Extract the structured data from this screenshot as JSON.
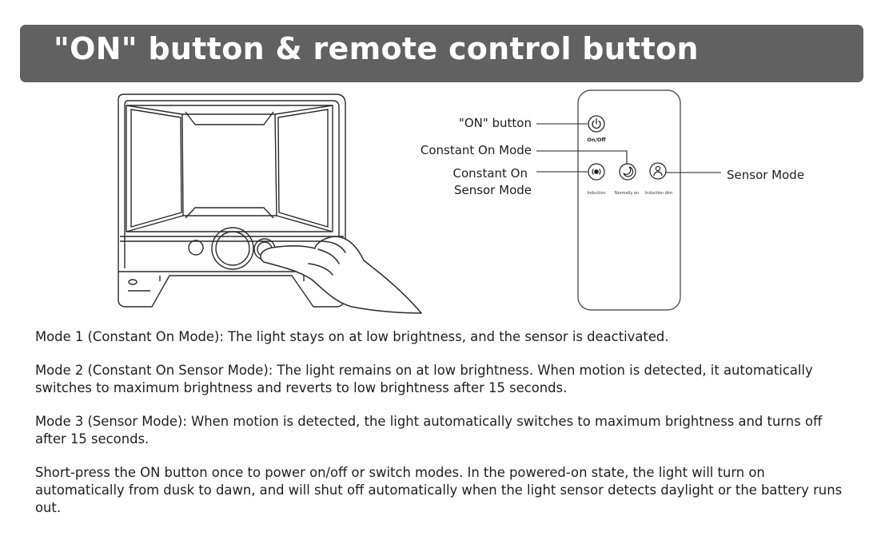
{
  "header": {
    "title": "\"ON\" button & remote control button"
  },
  "callouts": {
    "on_button": "\"ON\" button",
    "constant_on_mode": "Constant On Mode",
    "constant_on_sensor_line1": "Constant On",
    "constant_on_sensor_line2": "Sensor Mode",
    "sensor_mode": "Sensor Mode"
  },
  "remote": {
    "on_off_label": "On/Off",
    "induction_label": "Induction",
    "normally_on_label": "Normally on",
    "induction_dim_label": "Induction dim"
  },
  "paragraphs": {
    "mode1": "Mode 1 (Constant On Mode): The light stays on at low brightness, and the sensor is deactivated.",
    "mode2": "Mode 2 (Constant On Sensor Mode): The light remains on at low brightness. When motion is detected, it automatically switches to maximum brightness and reverts to low brightness after 15 seconds.",
    "mode3": "Mode 3 (Sensor Mode): When motion is detected, the light automatically switches to maximum brightness and turns off after 15 seconds.",
    "note": "Short-press the ON button once to power on/off or switch modes. In the powered-on state, the light will turn on automatically from dusk to dawn, and will shut off automatically when the light sensor detects daylight or the battery runs out."
  }
}
